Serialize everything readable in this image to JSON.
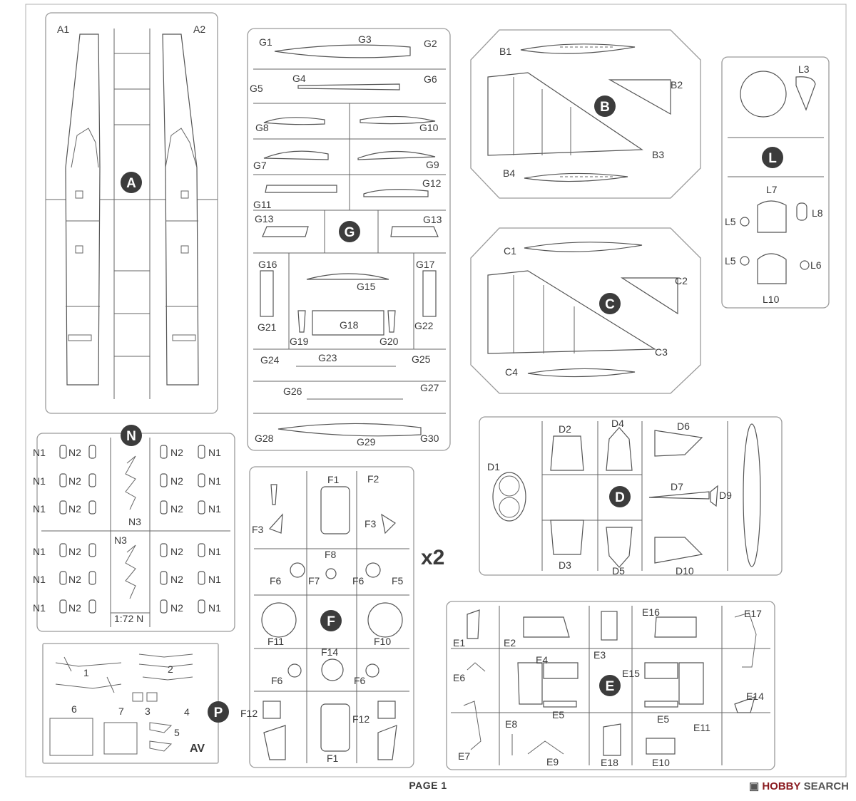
{
  "page_label": "PAGE 1",
  "multiplier": "x2",
  "scale_label": "1:72 N",
  "watermark": {
    "brand": "HOBBY",
    "suffix": "SEARCH",
    "icon": "camera-logo-icon"
  },
  "maker_logo": "AV",
  "sprues": {
    "A": {
      "badge": "A",
      "labels": [
        "A1",
        "A2"
      ]
    },
    "G": {
      "badge": "G",
      "labels": [
        "G1",
        "G2",
        "G3",
        "G4",
        "G5",
        "G6",
        "G7",
        "G8",
        "G9",
        "G10",
        "G11",
        "G12",
        "G13",
        "G13",
        "G15",
        "G16",
        "G17",
        "G18",
        "G19",
        "G20",
        "G21",
        "G22",
        "G23",
        "G24",
        "G25",
        "G26",
        "G27",
        "G28",
        "G29",
        "G30"
      ]
    },
    "B": {
      "badge": "B",
      "labels": [
        "B1",
        "B2",
        "B3",
        "B4"
      ]
    },
    "C": {
      "badge": "C",
      "labels": [
        "C1",
        "C2",
        "C3",
        "C4"
      ]
    },
    "L": {
      "badge": "L",
      "labels": [
        "L3",
        "L5",
        "L5",
        "L6",
        "L7",
        "L8",
        "L10"
      ]
    },
    "N": {
      "badge": "N",
      "labels": [
        "N1",
        "N2",
        "N3"
      ]
    },
    "F": {
      "badge": "F",
      "labels": [
        "F1",
        "F2",
        "F3",
        "F3",
        "F5",
        "F6",
        "F6",
        "F6",
        "F6",
        "F7",
        "F8",
        "F10",
        "F11",
        "F12",
        "F12",
        "F14",
        "F1"
      ]
    },
    "D": {
      "badge": "D",
      "labels": [
        "D1",
        "D2",
        "D3",
        "D4",
        "D5",
        "D6",
        "D7",
        "D9",
        "D10"
      ]
    },
    "E": {
      "badge": "E",
      "labels": [
        "E1",
        "E2",
        "E3",
        "E4",
        "E5",
        "E5",
        "E6",
        "E7",
        "E8",
        "E9",
        "E10",
        "E11",
        "E14",
        "E15",
        "E16",
        "E17",
        "E18"
      ]
    },
    "P": {
      "badge": "P",
      "labels": [
        "1",
        "2",
        "3",
        "4",
        "5",
        "6",
        "7"
      ]
    }
  }
}
